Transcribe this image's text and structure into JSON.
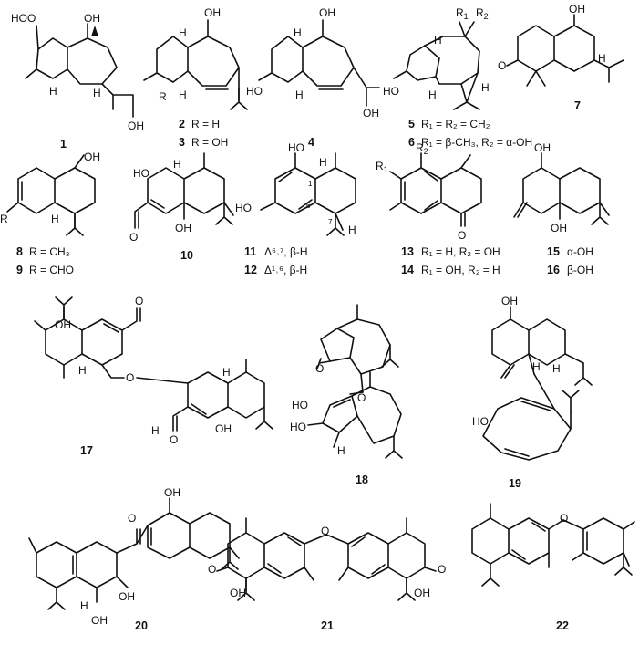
{
  "atom_labels": {
    "HOO": "HOO",
    "OH": "OH",
    "HO": "HO",
    "H": "H",
    "O": "O",
    "R": "R",
    "R1": "R",
    "R2": "R",
    "sub1": "1",
    "sub2": "2",
    "loc1": "1",
    "loc6": "6",
    "loc7": "7"
  },
  "compounds": [
    {
      "id": "c1",
      "number": "1",
      "caption": ""
    },
    {
      "id": "c2",
      "number": "2",
      "caption": "R = H"
    },
    {
      "id": "c3",
      "number": "3",
      "caption": "R = OH"
    },
    {
      "id": "c4",
      "number": "4",
      "caption": ""
    },
    {
      "id": "c5",
      "number": "5",
      "caption": "R₁ = R₂ = CH₂"
    },
    {
      "id": "c6",
      "number": "6",
      "caption": "R₁ = β-CH₃, R₂ = α-OH"
    },
    {
      "id": "c7",
      "number": "7",
      "caption": ""
    },
    {
      "id": "c8",
      "number": "8",
      "caption": "R = CH₃"
    },
    {
      "id": "c9",
      "number": "9",
      "caption": "R = CHO"
    },
    {
      "id": "c10",
      "number": "10",
      "caption": ""
    },
    {
      "id": "c11",
      "number": "11",
      "caption": "Δ⁶˒⁷, β-H"
    },
    {
      "id": "c12",
      "number": "12",
      "caption": "Δ¹˒⁶, β-H"
    },
    {
      "id": "c13",
      "number": "13",
      "caption": "R₁ = H, R₂ = OH"
    },
    {
      "id": "c14",
      "number": "14",
      "caption": "R₁ = OH, R₂ = H"
    },
    {
      "id": "c15",
      "number": "15",
      "caption": "α-OH"
    },
    {
      "id": "c16",
      "number": "16",
      "caption": "β-OH"
    },
    {
      "id": "c17",
      "number": "17",
      "caption": ""
    },
    {
      "id": "c18",
      "number": "18",
      "caption": ""
    },
    {
      "id": "c19",
      "number": "19",
      "caption": ""
    },
    {
      "id": "c20",
      "number": "20",
      "caption": ""
    },
    {
      "id": "c21",
      "number": "21",
      "caption": ""
    },
    {
      "id": "c22",
      "number": "22",
      "caption": ""
    }
  ]
}
